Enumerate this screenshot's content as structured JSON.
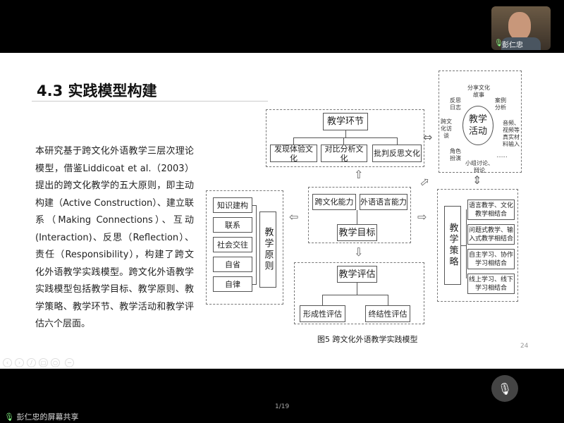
{
  "presenter": {
    "name": "彭仁忠",
    "share_label": "彭仁忠的屏幕共享"
  },
  "slide": {
    "title": "4.3 实践模型构建",
    "body": "本研究基于跨文化外语教学三层次理论模型，借鉴Liddicoat et al.（2003）提出的跨文化教学的五大原则，即主动构建（Active Construction）、建立联系（Making Connections）、互动 (Interaction)、反思（Reflection）、责任（Responsibility），构建了跨文化外语教学实践模型。跨文化外语教学实践模型包括教学目标、教学原则、教学策略、教学环节、教学活动和教学评估六个层面。",
    "caption": "图5 跨文化外语教学实践模型",
    "page_number": "24"
  },
  "diagram": {
    "principles": {
      "title": "教学原则",
      "items": [
        "知识建构",
        "联系",
        "社会交往",
        "自省",
        "自律"
      ]
    },
    "links": {
      "title": "教学环节",
      "items": [
        "发现体验文化",
        "对比分析文化",
        "批判反思文化"
      ]
    },
    "goals": {
      "title": "教学目标",
      "items": [
        "跨文化能力",
        "外语语言能力"
      ]
    },
    "assessment": {
      "title": "教学评估",
      "items": [
        "形成性评估",
        "终结性评估"
      ]
    },
    "activities": {
      "title": "教学活动",
      "items": [
        "分享文化故事",
        "案例分析",
        "音频、视频等真实材料输入",
        "......",
        "小组讨论、辩论",
        "角色扮演",
        "跨文化访谈",
        "反思日志"
      ]
    },
    "strategies": {
      "title": "教学策略",
      "items": [
        "语言教学、文化教学相结合",
        "问题式教学、输入式教学相结合",
        "自主学习、协作学习相结合",
        "线上学习、线下学习相结合"
      ]
    }
  },
  "toolbar": {
    "icons": [
      "prev-icon",
      "next-icon",
      "pen-icon",
      "copy-icon",
      "zoom-icon",
      "minus-icon"
    ]
  },
  "pager": "1/19"
}
